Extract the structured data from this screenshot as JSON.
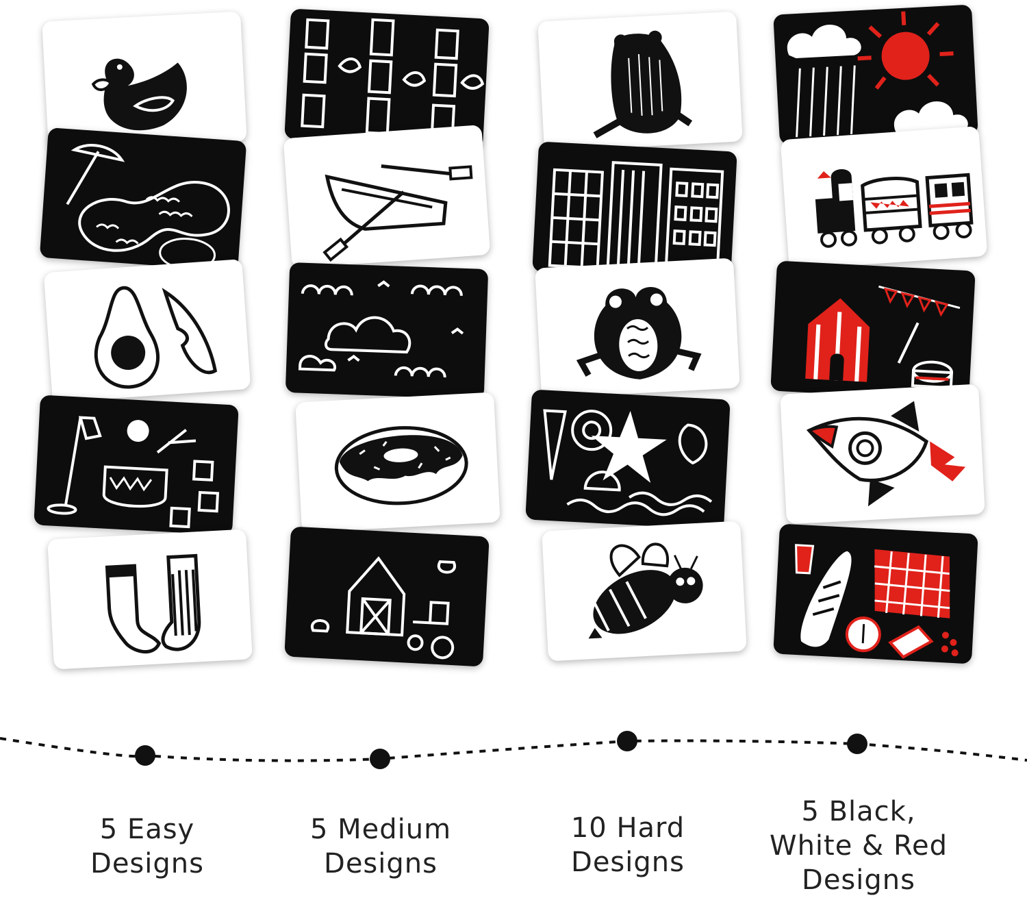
{
  "colors": {
    "ink": "#111111",
    "accent_red": "#e0221b",
    "card_black": "#0d0d0d",
    "card_white": "#ffffff",
    "label_text": "#222222"
  },
  "columns": [
    {
      "label_lines": [
        "5 Easy",
        "Designs"
      ],
      "cards": [
        {
          "theme": "white",
          "icon": "duck-icon"
        },
        {
          "theme": "black",
          "icon": "beach-umbrella-icon"
        },
        {
          "theme": "white",
          "icon": "avocado-icon"
        },
        {
          "theme": "black",
          "icon": "toys-icon"
        },
        {
          "theme": "white",
          "icon": "socks-icon"
        }
      ]
    },
    {
      "label_lines": [
        "5 Medium",
        "Designs"
      ],
      "cards": [
        {
          "theme": "black",
          "icon": "bamboo-icon"
        },
        {
          "theme": "white",
          "icon": "rowboat-icon"
        },
        {
          "theme": "black",
          "icon": "clouds-icon"
        },
        {
          "theme": "white",
          "icon": "donut-icon"
        },
        {
          "theme": "black",
          "icon": "farm-icon"
        }
      ]
    },
    {
      "label_lines": [
        "10 Hard",
        "Designs"
      ],
      "cards": [
        {
          "theme": "white",
          "icon": "bear-icon"
        },
        {
          "theme": "black",
          "icon": "city-icon"
        },
        {
          "theme": "white",
          "icon": "frog-icon"
        },
        {
          "theme": "black",
          "icon": "seashells-icon"
        },
        {
          "theme": "white",
          "icon": "bee-icon"
        }
      ]
    },
    {
      "label_lines": [
        "5 Black,",
        "White & Red",
        "Designs"
      ],
      "cards": [
        {
          "theme": "black",
          "icon": "sun-and-rain-icon"
        },
        {
          "theme": "white",
          "icon": "train-icon"
        },
        {
          "theme": "black",
          "icon": "circus-icon"
        },
        {
          "theme": "white",
          "icon": "rocket-icon"
        },
        {
          "theme": "black",
          "icon": "picnic-icon"
        }
      ]
    }
  ]
}
